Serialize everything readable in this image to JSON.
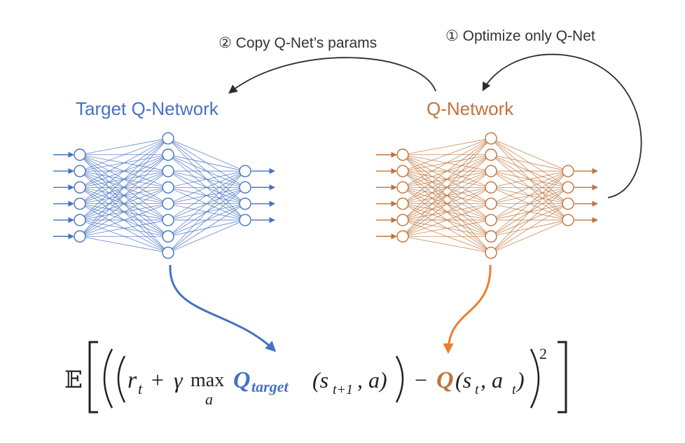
{
  "labels": {
    "step1": "① Optimize only Q-Net",
    "step2": "② Copy Q-Net’s params",
    "target_net": "Target Q-Network",
    "q_net": "Q-Network"
  },
  "networks": {
    "target": {
      "layers": [
        6,
        8,
        4
      ],
      "color": "#4472c4"
    },
    "q": {
      "layers": [
        6,
        8,
        4
      ],
      "color": "#c0733a"
    }
  },
  "colors": {
    "target": "#4472c4",
    "q": "#c0733a",
    "q_arrow": "#ed7d31",
    "target_arrow": "#4472c4",
    "ink": "#333333"
  },
  "formula": {
    "expectation": "𝔼",
    "r": "r",
    "r_sub": "t",
    "plus": "+",
    "gamma": "γ",
    "max": "max",
    "max_sub": "a",
    "q_target": "Q",
    "q_target_sub": "target",
    "args1": "(s",
    "args1_sub": "t+1",
    "args1_end": ", a)",
    "minus": "−",
    "q": "Q",
    "args2": "(s",
    "args2_sub1": "t",
    "args2_mid": ", a",
    "args2_sub2": "t",
    "args2_end": ")",
    "power": "2"
  }
}
